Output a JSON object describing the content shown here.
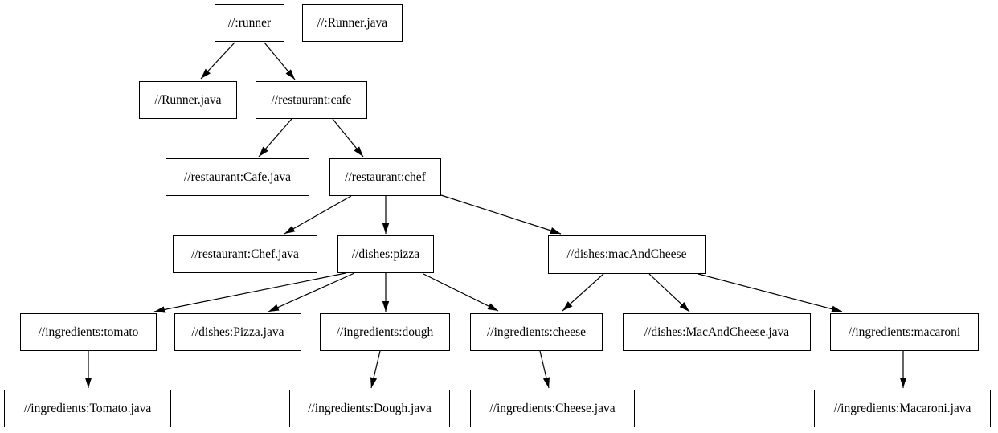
{
  "diagram": {
    "type": "dependency-graph",
    "colors": {
      "background": "#ffffff",
      "node_fill": "#ffffff",
      "node_border": "#000000",
      "edge": "#000000",
      "text": "#000000"
    },
    "nodes": [
      {
        "id": "runner",
        "label": "//:runner"
      },
      {
        "id": "runner-java-file",
        "label": "//:Runner.java"
      },
      {
        "id": "runner-java",
        "label": "//Runner.java"
      },
      {
        "id": "cafe",
        "label": "//restaurant:cafe"
      },
      {
        "id": "cafe-java",
        "label": "//restaurant:Cafe.java"
      },
      {
        "id": "chef",
        "label": "//restaurant:chef"
      },
      {
        "id": "chef-java",
        "label": "//restaurant:Chef.java"
      },
      {
        "id": "pizza",
        "label": "//dishes:pizza"
      },
      {
        "id": "mac-and-cheese",
        "label": "//dishes:macAndCheese"
      },
      {
        "id": "tomato",
        "label": "//ingredients:tomato"
      },
      {
        "id": "pizza-java",
        "label": "//dishes:Pizza.java"
      },
      {
        "id": "dough",
        "label": "//ingredients:dough"
      },
      {
        "id": "cheese",
        "label": "//ingredients:cheese"
      },
      {
        "id": "mac-and-cheese-java",
        "label": "//dishes:MacAndCheese.java"
      },
      {
        "id": "macaroni",
        "label": "//ingredients:macaroni"
      },
      {
        "id": "tomato-java",
        "label": "//ingredients:Tomato.java"
      },
      {
        "id": "dough-java",
        "label": "//ingredients:Dough.java"
      },
      {
        "id": "cheese-java",
        "label": "//ingredients:Cheese.java"
      },
      {
        "id": "macaroni-java",
        "label": "//ingredients:Macaroni.java"
      }
    ],
    "edges": [
      {
        "from": "//:runner",
        "to": "//Runner.java"
      },
      {
        "from": "//:runner",
        "to": "//restaurant:cafe"
      },
      {
        "from": "//restaurant:cafe",
        "to": "//restaurant:Cafe.java"
      },
      {
        "from": "//restaurant:cafe",
        "to": "//restaurant:chef"
      },
      {
        "from": "//restaurant:chef",
        "to": "//restaurant:Chef.java"
      },
      {
        "from": "//restaurant:chef",
        "to": "//dishes:pizza"
      },
      {
        "from": "//restaurant:chef",
        "to": "//dishes:macAndCheese"
      },
      {
        "from": "//dishes:pizza",
        "to": "//ingredients:tomato"
      },
      {
        "from": "//dishes:pizza",
        "to": "//dishes:Pizza.java"
      },
      {
        "from": "//dishes:pizza",
        "to": "//ingredients:dough"
      },
      {
        "from": "//dishes:pizza",
        "to": "//ingredients:cheese"
      },
      {
        "from": "//dishes:macAndCheese",
        "to": "//ingredients:cheese"
      },
      {
        "from": "//dishes:macAndCheese",
        "to": "//dishes:MacAndCheese.java"
      },
      {
        "from": "//dishes:macAndCheese",
        "to": "//ingredients:macaroni"
      }
    ]
  }
}
